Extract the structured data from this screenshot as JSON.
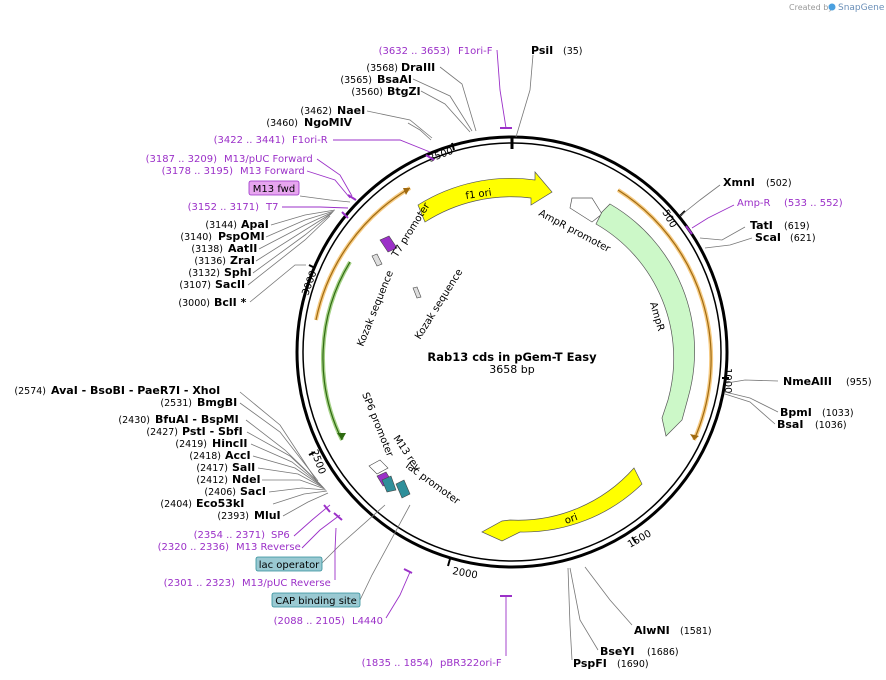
{
  "brand": {
    "created_by": "Created by",
    "name": "SnapGene"
  },
  "plasmid": {
    "name": "Rab13 cds in pGem-T Easy",
    "length": "3658 bp"
  },
  "ticks": [
    "500",
    "1000",
    "1500",
    "2000",
    "2500",
    "3000",
    "3500"
  ],
  "sites": [
    {
      "name": "PsiI",
      "pos": "(35)"
    },
    {
      "name": "XmnI",
      "pos": "(502)"
    },
    {
      "name": "TatI",
      "pos": "(619)"
    },
    {
      "name": "ScaI",
      "pos": "(621)"
    },
    {
      "name": "NmeAIII",
      "pos": "(955)"
    },
    {
      "name": "BpmI",
      "pos": "(1033)"
    },
    {
      "name": "BsaI",
      "pos": "(1036)"
    },
    {
      "name": "AlwNI",
      "pos": "(1581)"
    },
    {
      "name": "BseYI",
      "pos": "(1686)"
    },
    {
      "name": "PspFI",
      "pos": "(1690)"
    },
    {
      "name": "DraIII",
      "pos": "(3568)"
    },
    {
      "name": "BsaAI",
      "pos": "(3565)"
    },
    {
      "name": "BtgZI",
      "pos": "(3560)"
    },
    {
      "name": "NaeI",
      "pos": "(3462)"
    },
    {
      "name": "NgoMIV",
      "pos": "(3460)"
    },
    {
      "name": "ApaI",
      "pos": "(3144)"
    },
    {
      "name": "PspOMI",
      "pos": "(3140)"
    },
    {
      "name": "AatII",
      "pos": "(3138)"
    },
    {
      "name": "ZraI",
      "pos": "(3136)"
    },
    {
      "name": "SphI",
      "pos": "(3132)"
    },
    {
      "name": "SacII",
      "pos": "(3107)"
    },
    {
      "name": "BclI *",
      "pos": "(3000)"
    },
    {
      "name": "AvaI  - BsoBI  - PaeR7I  - XhoI",
      "pos": "(2574)"
    },
    {
      "name": "BmgBI",
      "pos": "(2531)"
    },
    {
      "name": "BfuAI  - BspMI",
      "pos": "(2430)"
    },
    {
      "name": "PstI  - SbfI",
      "pos": "(2427)"
    },
    {
      "name": "HincII",
      "pos": "(2419)"
    },
    {
      "name": "AccI",
      "pos": "(2418)"
    },
    {
      "name": "SalI",
      "pos": "(2417)"
    },
    {
      "name": "NdeI",
      "pos": "(2412)"
    },
    {
      "name": "SacI",
      "pos": "(2406)"
    },
    {
      "name": "Eco53kI",
      "pos": "(2404)"
    },
    {
      "name": "MluI",
      "pos": "(2393)"
    }
  ],
  "primers": [
    {
      "range": "(3632 .. 3653)",
      "name": "F1ori-F"
    },
    {
      "range": "(3422 .. 3441)",
      "name": "F1ori-R"
    },
    {
      "range": "(3187 .. 3209)",
      "name": "M13/pUC Forward"
    },
    {
      "range": "(3178 .. 3195)",
      "name": "M13 Forward"
    },
    {
      "range": "(3152 .. 3171)",
      "name": "T7"
    },
    {
      "range": "(533 .. 552)",
      "name": "Amp-R"
    },
    {
      "range": "(2354 .. 2371)",
      "name": "SP6"
    },
    {
      "range": "(2320 .. 2336)",
      "name": "M13 Reverse"
    },
    {
      "range": "(2301 .. 2323)",
      "name": "M13/pUC Reverse"
    },
    {
      "range": "(2088 .. 2105)",
      "name": "L4440"
    },
    {
      "range": "(1835 .. 1854)",
      "name": "pBR322ori-F"
    }
  ],
  "boxes": [
    {
      "name": "M13 fwd",
      "color": "#e7a6ef"
    },
    {
      "name": "lac operator",
      "color": "#9ac9d2"
    },
    {
      "name": "CAP binding site",
      "color": "#9ac9d2"
    }
  ],
  "features": {
    "f1_ori": "f1 ori",
    "ampr_promoter": "AmpR promoter",
    "ampr": "AmpR",
    "ori": "ori",
    "t7_promoter": "T7 promoter",
    "kozak1": "Kozak sequence",
    "kozak2": "Kozak sequence",
    "sp6_promoter": "SP6 promoter",
    "m13_rev": "M13 rev",
    "lac_promoter": "lac promoter"
  },
  "colors": {
    "yellow": "#ffff00",
    "ampr_green": "#ccf8c8",
    "orange_orf": "#f0a830",
    "green_orf": "#5aaa20",
    "primer": "#9b30c8",
    "teal": "#2f8f9a"
  }
}
